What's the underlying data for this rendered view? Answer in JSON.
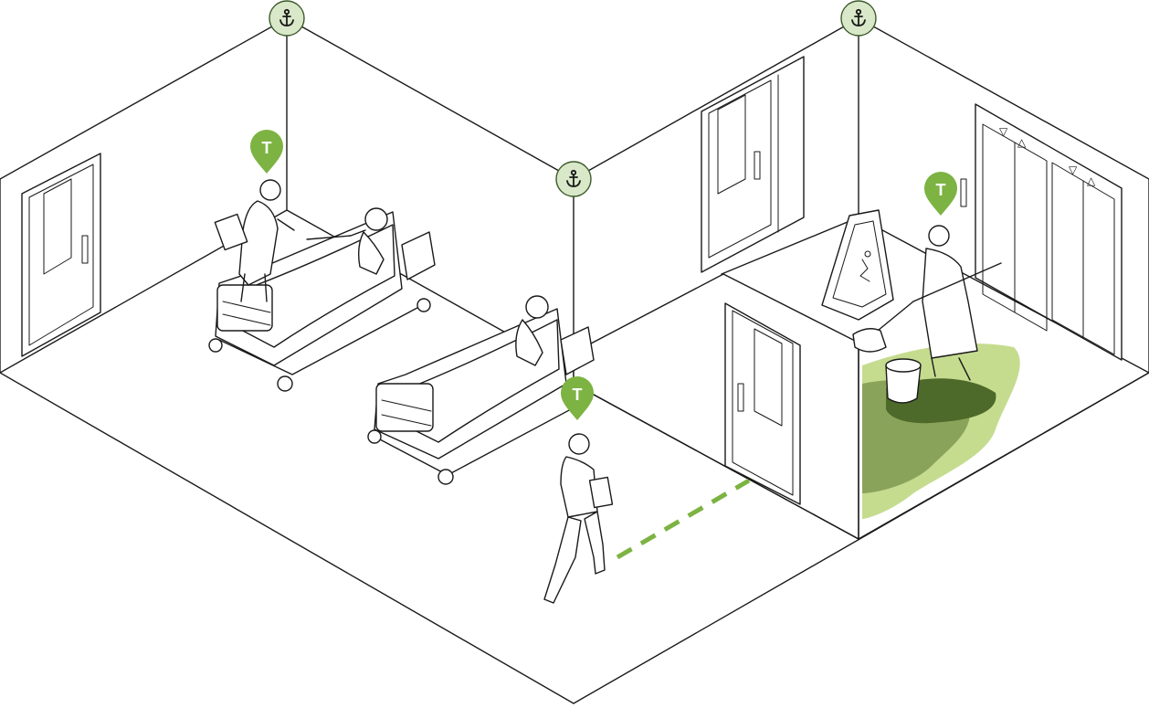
{
  "colors": {
    "anchor_fill": "#d9e8c9",
    "anchor_stroke": "#3a5a2a",
    "tag_green": "#7cb342",
    "path_dash": "#7cb342",
    "spill_light": "#c5dc8f",
    "spill_mid": "#8aa35a",
    "spill_dark": "#4e6a2a",
    "line": "#1a1a1a"
  },
  "anchors": [
    {
      "name": "anchor-top-left",
      "icon": "anchor-icon"
    },
    {
      "name": "anchor-top-right",
      "icon": "anchor-icon"
    },
    {
      "name": "anchor-center",
      "icon": "anchor-icon"
    }
  ],
  "tags": [
    {
      "name": "tag-nurse-bedside",
      "icon": "tag-pin-icon",
      "letter": "T"
    },
    {
      "name": "tag-walking-nurse",
      "icon": "tag-pin-icon",
      "letter": "T"
    },
    {
      "name": "tag-cleaner",
      "icon": "tag-pin-icon",
      "letter": "T"
    }
  ],
  "elevator_indicators": [
    "▽",
    "△",
    "▽",
    "△"
  ]
}
